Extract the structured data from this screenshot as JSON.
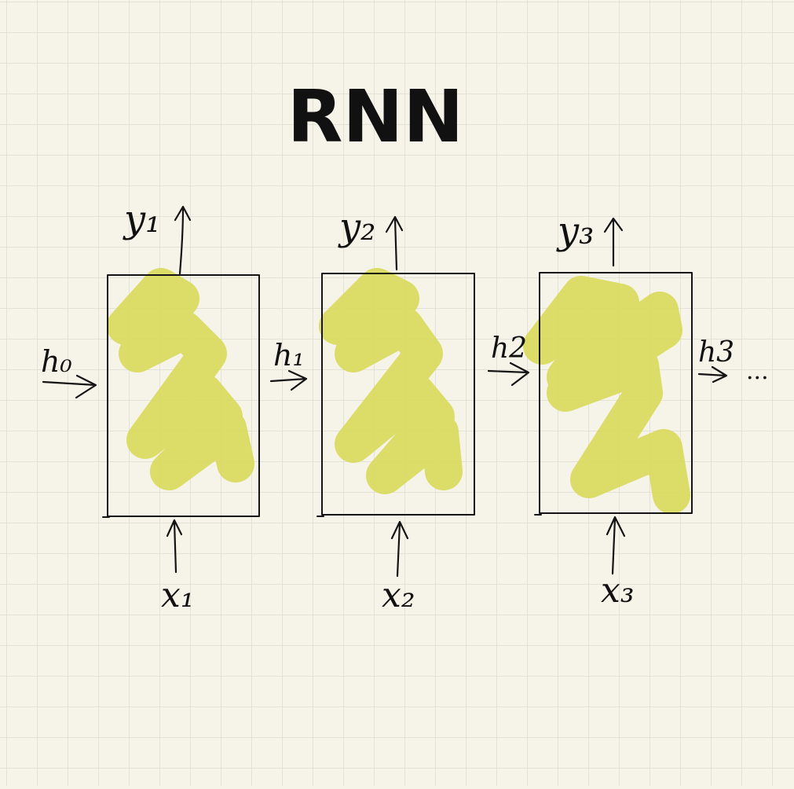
{
  "title": "RNN",
  "colors": {
    "paper": "#f6f4e8",
    "grid": "#dcdcd0",
    "ink": "#141414",
    "highlight": "#d9d95a"
  },
  "cells": [
    {
      "input": "x₁",
      "output": "y₁",
      "hidden_in": "h₀",
      "hidden_out": "h₁"
    },
    {
      "input": "x₂",
      "output": "y₂",
      "hidden_in": "h₁",
      "hidden_out": "h₂"
    },
    {
      "input": "x₃",
      "output": "y₃",
      "hidden_in": "h₂",
      "hidden_out": "h₃"
    }
  ],
  "labels": {
    "h0": "h₀",
    "h1": "h₁",
    "h2": "h2",
    "h3": "h3",
    "y1": "y₁",
    "y2": "y₂",
    "y3": "y₃",
    "x1": "x₁",
    "x2": "x₂",
    "x3": "x₃",
    "continuation": "..."
  }
}
